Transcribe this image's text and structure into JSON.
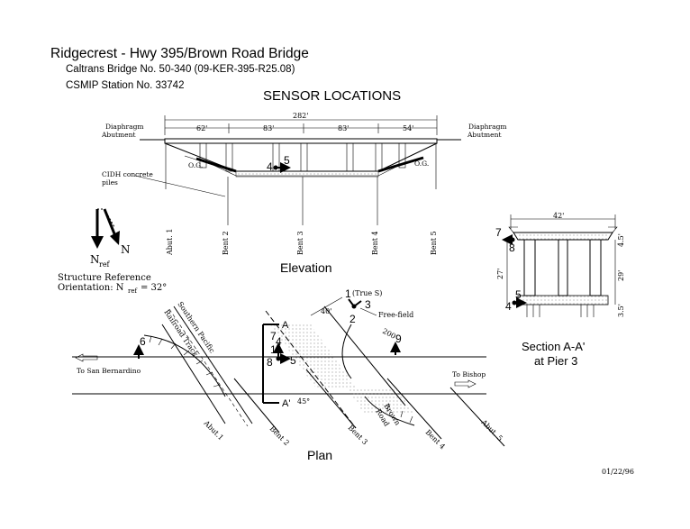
{
  "header": {
    "title": "Ridgecrest - Hwy 395/Brown Road Bridge",
    "bridge_no": "Caltrans Bridge No. 50-340 (09-KER-395-R25.08)",
    "station_no": "CSMIP Station No. 33742",
    "heading": "SENSOR LOCATIONS"
  },
  "elevation": {
    "total_span": "282'",
    "spans": [
      "62'",
      "83'",
      "83'",
      "54'"
    ],
    "left_end": [
      "Diaphragm",
      "Abutment"
    ],
    "right_end": [
      "Diaphragm",
      "Abutment"
    ],
    "og_label": "O.G.",
    "piles_label": [
      "CIDH concrete",
      "piles"
    ],
    "supports": [
      "Abut. 1",
      "Bent 2",
      "Bent 3",
      "Bent 4",
      "Bent 5"
    ],
    "caption": "Elevation",
    "sensors": [
      "4",
      "5"
    ]
  },
  "orientation": {
    "n_label": "N",
    "nref_label": "N",
    "nref_sub": "ref",
    "text_line1": "Structure Reference",
    "text_line2_pre": "Orientation: N",
    "text_line2_sub": "ref",
    "text_line2_post": "= 32°"
  },
  "plan": {
    "caption": "Plan",
    "to_left": "To San Bernardino",
    "to_right": "To Bishop",
    "railroad": [
      "Southern Pacific",
      "Railroad Track"
    ],
    "brown_road": [
      "Brown",
      "Road"
    ],
    "supports": [
      "Abut.1",
      "Bent 2",
      "Bent 3",
      "Bent 4",
      "Abut. 5"
    ],
    "section_marks": [
      "A",
      "A'"
    ],
    "dim_40": "40'",
    "dim_200": "200'",
    "angle": "45°",
    "true_s": "(True S)",
    "free_field": "Free-field",
    "sensors": [
      "1",
      "2",
      "3",
      "6",
      "7",
      "8",
      "4",
      "5",
      "9",
      "1"
    ]
  },
  "section": {
    "width": "42'",
    "dims": [
      "4.5'",
      "27'",
      "29'",
      "3.5'"
    ],
    "caption_line1": "Section A-A'",
    "caption_line2": "at Pier 3",
    "sensors": [
      "7",
      "8",
      "5",
      "4"
    ]
  },
  "date": "01/22/96"
}
